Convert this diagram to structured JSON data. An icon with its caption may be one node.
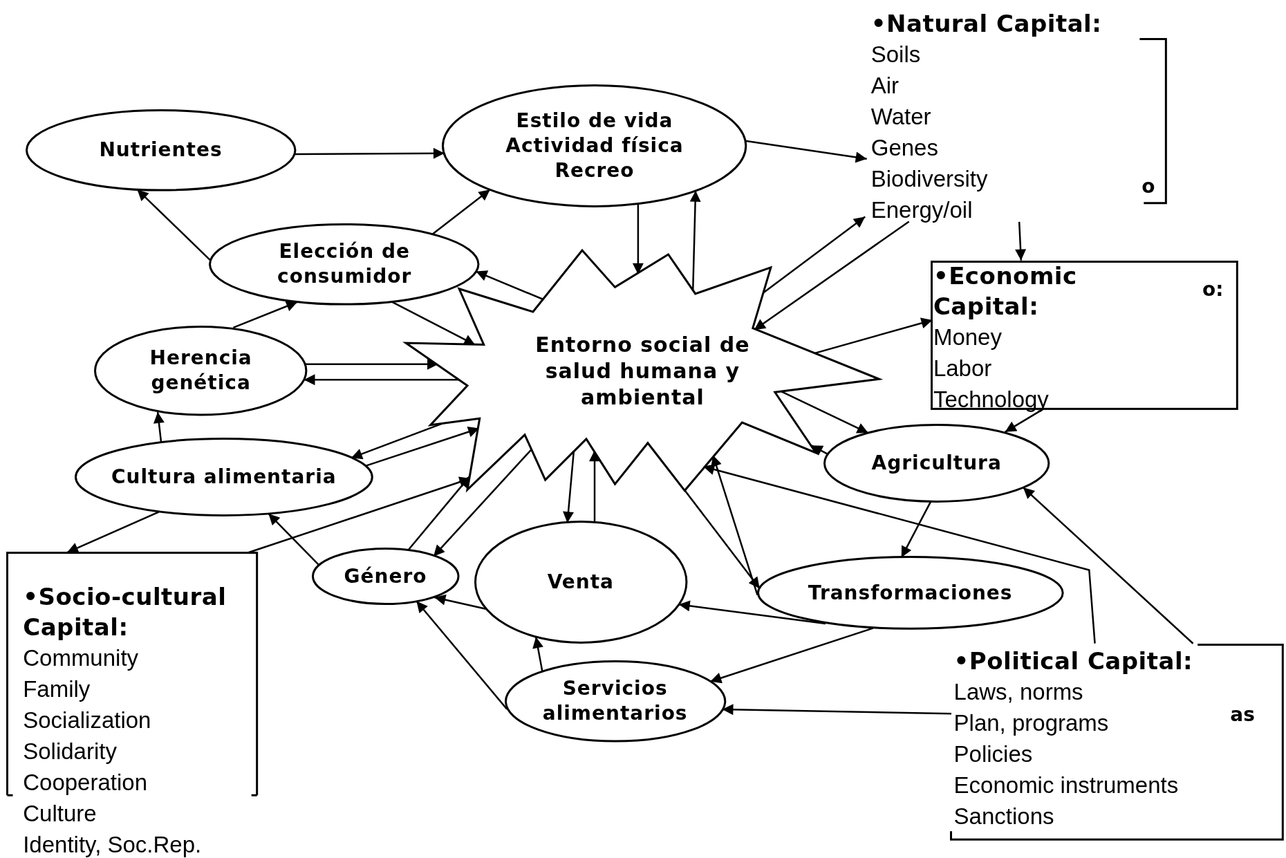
{
  "diagram": {
    "nodes": [
      {
        "text": [
          "Nutrientes"
        ]
      },
      {
        "text": [
          "Estilo de vida",
          "Actividad física",
          "Recreo"
        ]
      },
      {
        "text": [
          "•Natural Capital:",
          "Soils",
          "Air",
          "Water",
          "Genes",
          "Biodiversity",
          "Energy/oil"
        ]
      },
      {
        "text": [
          "Elección de consumidor"
        ]
      },
      {
        "text": [
          "Entorno social de salud humana y ambiental"
        ]
      },
      {
        "text": [
          "Herencia genética"
        ]
      },
      {
        "text": [
          "•Economic Capital:",
          "Money",
          "Labor",
          "Technology"
        ]
      },
      {
        "text": [
          "Cultura alimentaria"
        ]
      },
      {
        "text": [
          "Agricultura"
        ]
      },
      {
        "text": [
          "•Socio-cultural Capital:",
          "Community",
          "Family",
          "Socialization",
          "Solidarity",
          "Cooperation",
          "Culture",
          "Identity, Soc.Rep."
        ]
      },
      {
        "text": [
          "Género"
        ]
      },
      {
        "text": [
          "Venta"
        ]
      },
      {
        "text": [
          "Transformaciones"
        ]
      },
      {
        "text": [
          "•Political Capital:",
          "Laws, norms",
          "Plan, programs",
          "Policies",
          "Economic instruments",
          "Sanctions"
        ]
      },
      {
        "text": [
          "Servicios alimentarios"
        ]
      }
    ],
    "edges": [
      {
        "from": 0,
        "to": 1,
        "arrow": "to"
      },
      {
        "from": 1,
        "to": 2,
        "arrow": "to"
      },
      {
        "from": 3,
        "to": 0,
        "arrow": "to"
      },
      {
        "from": 3,
        "to": 1,
        "arrow": "to"
      },
      {
        "from": 1,
        "to": 4,
        "arrow": "to"
      },
      {
        "from": 4,
        "to": 1,
        "arrow": "to"
      },
      {
        "from": 4,
        "to": 3,
        "arrow": "to"
      },
      {
        "from": 3,
        "to": 4,
        "arrow": "to"
      },
      {
        "from": 5,
        "to": 3,
        "arrow": "to"
      },
      {
        "from": 5,
        "to": 4,
        "arrow": "to"
      },
      {
        "from": 4,
        "to": 5,
        "arrow": "to"
      },
      {
        "from": 7,
        "to": 5,
        "arrow": "to"
      },
      {
        "from": 4,
        "to": 7,
        "arrow": "to"
      },
      {
        "from": 7,
        "to": 4,
        "arrow": "to"
      },
      {
        "from": 7,
        "to": 9,
        "arrow": "to"
      },
      {
        "from": 9,
        "to": 4,
        "arrow": "to"
      },
      {
        "from": 4,
        "to": 2,
        "arrow": "to"
      },
      {
        "from": 2,
        "to": 4,
        "arrow": "to"
      },
      {
        "from": 2,
        "to": 6,
        "arrow": "to"
      },
      {
        "from": 4,
        "to": 6,
        "arrow": "to"
      },
      {
        "from": 6,
        "to": 8,
        "arrow": "to"
      },
      {
        "from": 4,
        "to": 8,
        "arrow": "to"
      },
      {
        "from": 8,
        "to": 4,
        "arrow": "to"
      },
      {
        "from": 13,
        "to": 4,
        "arrow": "to"
      },
      {
        "from": 13,
        "to": 8,
        "arrow": "to"
      },
      {
        "from": 8,
        "to": 12,
        "arrow": "to"
      },
      {
        "from": 4,
        "to": 11,
        "arrow": "to"
      },
      {
        "from": 11,
        "to": 4,
        "arrow": "to"
      },
      {
        "from": 4,
        "to": 12,
        "arrow": "to"
      },
      {
        "from": 12,
        "to": 4,
        "arrow": "to"
      },
      {
        "from": 12,
        "to": 11,
        "arrow": "to"
      },
      {
        "from": 12,
        "to": 14,
        "arrow": "to"
      },
      {
        "from": 13,
        "to": 14,
        "arrow": "to"
      },
      {
        "from": 14,
        "to": 11,
        "arrow": "to"
      },
      {
        "from": 14,
        "to": 10,
        "arrow": "to"
      },
      {
        "from": 11,
        "to": 10,
        "arrow": "to"
      },
      {
        "from": 10,
        "to": 7,
        "arrow": "to"
      },
      {
        "from": 10,
        "to": 4,
        "arrow": "to"
      },
      {
        "from": 4,
        "to": 10,
        "arrow": "to"
      }
    ],
    "labels": [
      "o",
      "o:",
      "as"
    ]
  }
}
